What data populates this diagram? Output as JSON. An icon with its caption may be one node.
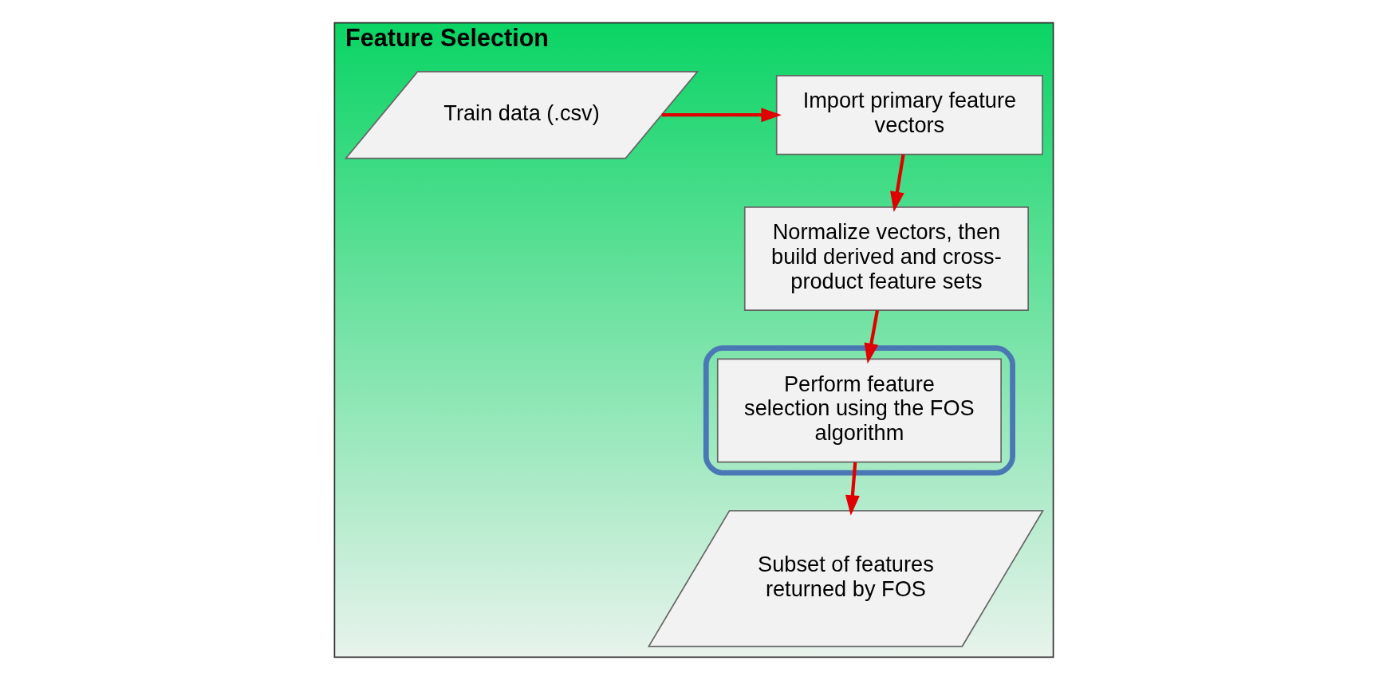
{
  "diagram": {
    "nodes": [
      {
        "text": [
          "Feature Selection"
        ]
      },
      {
        "text": [
          "Train data (.csv)"
        ],
        "in": 0
      },
      {
        "text": [
          "Import primary feature vectors"
        ],
        "in": 0
      },
      {
        "text": [
          "Normalize vectors, then build derived and cross-product feature sets"
        ],
        "in": 0
      },
      {
        "text": [],
        "shape": "ellipse",
        "in": 0
      },
      {
        "text": [
          "Perform feature selection using the FOS algorithm"
        ],
        "in": 4
      },
      {
        "text": [
          "Subset of features returned by FOS"
        ],
        "in": 0
      }
    ],
    "edges": [
      {
        "from": 1,
        "to": 2,
        "arrow": "to"
      },
      {
        "from": 2,
        "to": 3,
        "arrow": "to"
      },
      {
        "from": 3,
        "to": 5,
        "arrow": "to"
      },
      {
        "from": 5,
        "to": 6,
        "arrow": "to"
      }
    ]
  }
}
